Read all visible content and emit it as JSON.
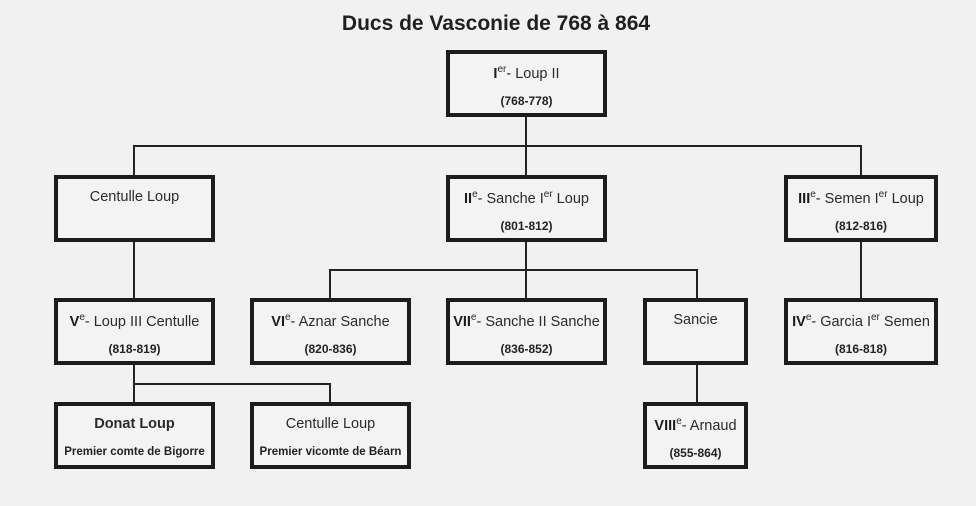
{
  "title": "Ducs de Vasconie de 768 à 864",
  "nodes": {
    "loup2": {
      "ordinal": "I",
      "ordinal_sup": "er",
      "name": "- Loup II",
      "years": "(768-778)"
    },
    "centulle": {
      "name": "Centulle Loup"
    },
    "sanche1": {
      "ordinal": "II",
      "ordinal_sup": "e",
      "name_a": "- Sanche I",
      "name_sup": "er",
      "name_b": " Loup",
      "years": "(801-812)"
    },
    "semen1": {
      "ordinal": "III",
      "ordinal_sup": "e",
      "name_a": "- Semen I",
      "name_sup": "er",
      "name_b": " Loup",
      "years": "(812-816)"
    },
    "loup3": {
      "ordinal": "V",
      "ordinal_sup": "e",
      "name": "- Loup III Centulle",
      "years": "(818-819)"
    },
    "aznar": {
      "ordinal": "VI",
      "ordinal_sup": "e",
      "name": "- Aznar Sanche",
      "years": "(820-836)"
    },
    "sanche2": {
      "ordinal": "VII",
      "ordinal_sup": "e",
      "name": "- Sanche II Sanche",
      "years": "(836-852)"
    },
    "sancie": {
      "name": "Sancie"
    },
    "garcia": {
      "ordinal": "IV",
      "ordinal_sup": "e",
      "name_a": "- Garcia I",
      "name_sup": "er",
      "name_b": " Semen",
      "years": "(816-818)"
    },
    "donat": {
      "name": "Donat Loup",
      "subtitle": "Premier comte de Bigorre"
    },
    "centulle2": {
      "name": "Centulle Loup",
      "subtitle": "Premier vicomte de Béarn"
    },
    "arnaud": {
      "ordinal": "VIII",
      "ordinal_sup": "e",
      "name": "- Arnaud",
      "years": "(855-864)"
    }
  }
}
